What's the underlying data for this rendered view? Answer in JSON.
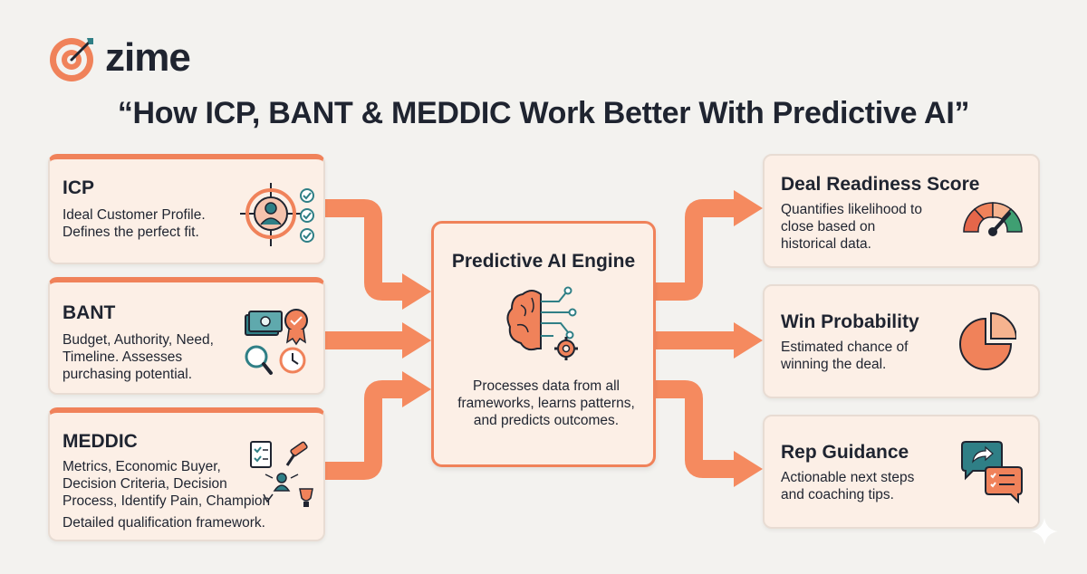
{
  "brand": {
    "name": "zime",
    "accent": "#f0825a",
    "dark": "#1f2430",
    "teal": "#2f7f86"
  },
  "title": "“How ICP, BANT & MEDDIC Work Better With Predictive AI”",
  "inputs": [
    {
      "title": "ICP",
      "description": "Ideal Customer Profile.\nDefines the perfect fit.",
      "icon": "target-person-checklist-icon"
    },
    {
      "title": "BANT",
      "description": "Budget, Authority, Need,\nTimeline. Assesses\npurchasing potential.",
      "icon": "money-badge-search-clock-icon"
    },
    {
      "title": "MEDDIC",
      "description": "Metrics, Economic Buyer,\nDecision Criteria, Decision\nProcess, Identify Pain, Champion",
      "note": "Detailed qualification framework.",
      "icon": "checklist-gavel-trophy-icon"
    }
  ],
  "engine": {
    "title": "Predictive AI Engine",
    "description": "Processes data from all frameworks, learns patterns, and predicts outcomes.",
    "icon": "brain-circuit-gear-icon"
  },
  "outputs": [
    {
      "title": "Deal Readiness Score",
      "description": "Quantifies likelihood to\nclose based on\nhistorical data.",
      "icon": "gauge-icon"
    },
    {
      "title": "Win Probability",
      "description": "Estimated chance of\nwinning the deal.",
      "icon": "pie-chart-icon"
    },
    {
      "title": "Rep Guidance",
      "description": "Actionable next steps\nand coaching tips.",
      "icon": "chat-bubbles-icon"
    }
  ]
}
